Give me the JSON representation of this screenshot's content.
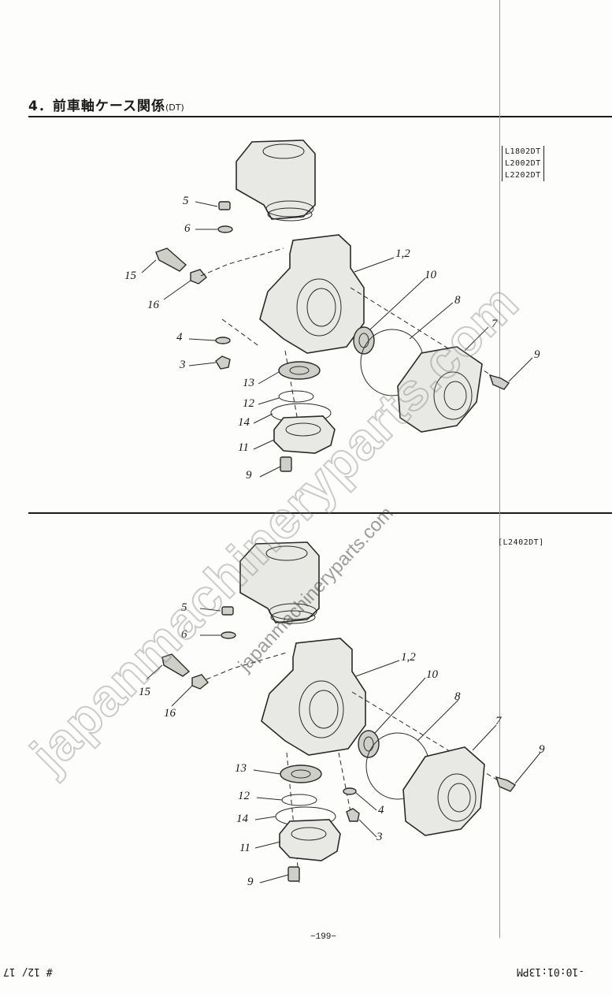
{
  "document": {
    "section_title": "4．前車軸ケース関係",
    "section_suffix": "(DT)",
    "page_number": "−199−",
    "footer_left": "# 12/ 17",
    "footer_right": "-10:01:13PM"
  },
  "diagram_top": {
    "models": [
      "L1802DT",
      "L2002DT",
      "L2202DT"
    ],
    "callouts": [
      "5",
      "6",
      "15",
      "16",
      "1,2",
      "10",
      "8",
      "7",
      "9",
      "4",
      "3",
      "13",
      "12",
      "14",
      "11",
      "9"
    ]
  },
  "diagram_bottom": {
    "models": [
      "[L2402DT]"
    ],
    "callouts": [
      "5",
      "6",
      "15",
      "16",
      "1,2",
      "10",
      "8",
      "7",
      "9",
      "13",
      "12",
      "4",
      "14",
      "3",
      "11",
      "9"
    ]
  },
  "watermark": {
    "large": "japanmachineryparts.com",
    "small": "japanmachineryparts.com"
  }
}
